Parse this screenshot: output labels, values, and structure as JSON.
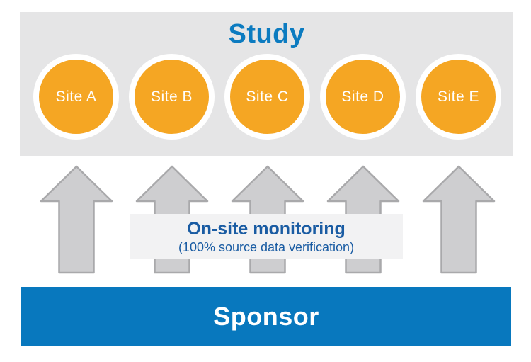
{
  "study": {
    "title": "Study",
    "sites": [
      {
        "label": "Site A"
      },
      {
        "label": "Site B"
      },
      {
        "label": "Site C"
      },
      {
        "label": "Site D"
      },
      {
        "label": "Site E"
      }
    ]
  },
  "monitoring": {
    "title": "On-site monitoring",
    "subtitle": "(100% source data verification)"
  },
  "sponsor": {
    "label": "Sponsor"
  },
  "palette": {
    "study_panel_bg": "#E5E5E6",
    "study_title_blue": "#0C7BC0",
    "site_circle_orange": "#F5A623",
    "site_circle_ring": "#FFFFFF",
    "site_label_text": "#FFFFFF",
    "arrow_fill": "#CECED0",
    "arrow_stroke": "#A9A9AB",
    "monitoring_band_bg": "#F2F2F3",
    "monitoring_text_blue": "#1A5CA3",
    "sponsor_bar_blue": "#0878BE",
    "sponsor_text": "#FFFFFF"
  }
}
